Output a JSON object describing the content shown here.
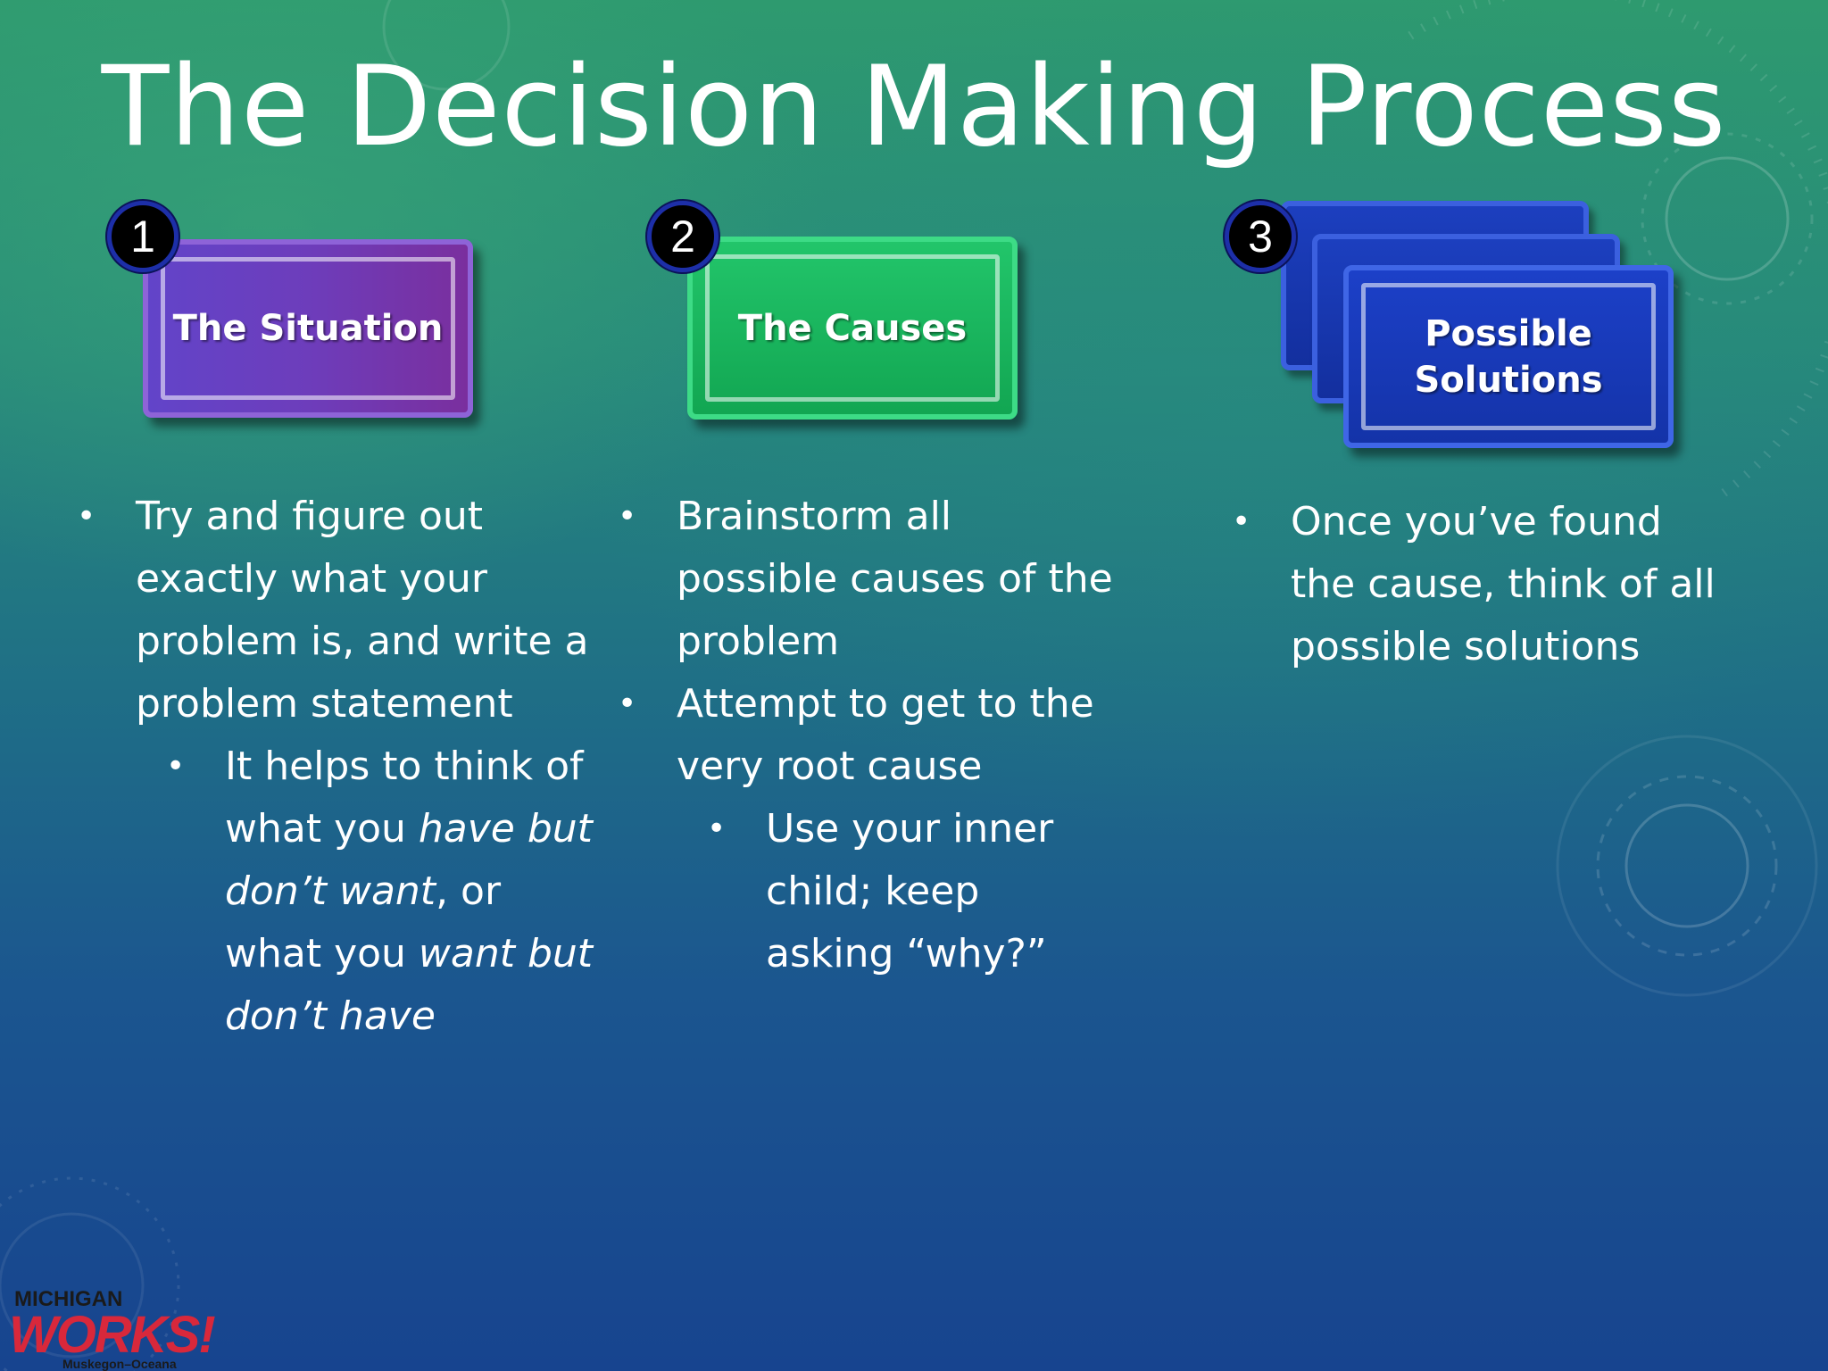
{
  "slide": {
    "title": "The Decision Making Process"
  },
  "steps": [
    {
      "number": "1",
      "card_label": "The Situation",
      "bullets": [
        "Try and figure out exactly what your problem is, and write a problem statement"
      ],
      "sub_bullet": {
        "t1": "It helps to think of what you ",
        "t2": "have but don’t want",
        "t3": ", or what you ",
        "t4": "want but don’t have"
      }
    },
    {
      "number": "2",
      "card_label": "The Causes",
      "bullets": [
        "Brainstorm all possible causes of the problem",
        "Attempt to get to the very root cause"
      ],
      "sub_bullets": [
        "Use your inner child; keep asking “why?”"
      ]
    },
    {
      "number": "3",
      "card_label_line1": "Possible",
      "card_label_line2": "Solutions",
      "bullets": [
        "Once you’ve found the cause, think of all possible solutions"
      ]
    }
  ],
  "logo": {
    "line1": "MICHIGAN",
    "line2": "WORKS!",
    "line3": "Muskegon–Oceana"
  },
  "colors": {
    "purple_card": "#6d3dbb",
    "green_card": "#1bb55e",
    "blue_card": "#1a3bbf",
    "badge_ring": "#1d2fa8",
    "logo_red": "#d8283b"
  }
}
